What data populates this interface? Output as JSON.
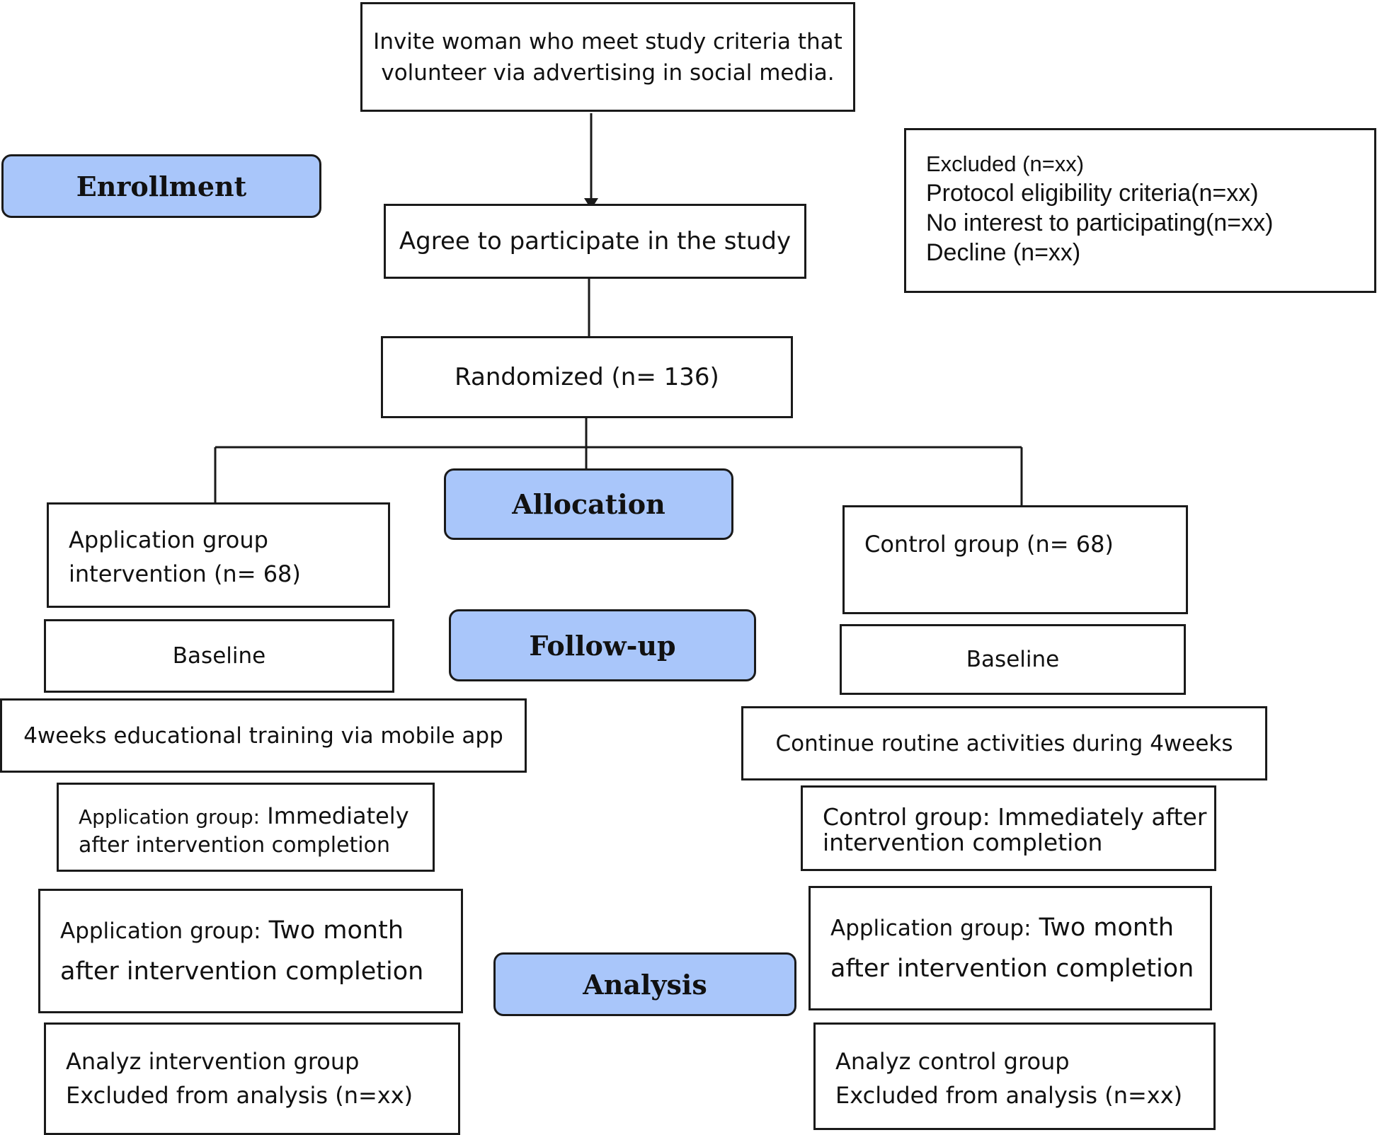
{
  "stages": {
    "enrollment": "Enrollment",
    "allocation": "Allocation",
    "followup": "Follow-up",
    "analysis": "Analysis"
  },
  "invite": {
    "line1": "Invite woman who meet study criteria that",
    "line2": "volunteer via advertising in social media."
  },
  "agree": "Agree to participate in the study",
  "excluded": {
    "title": "Excluded (n=xx)",
    "items": [
      "Protocol eligibility criteria(n=xx)",
      "No interest to participating(n=xx)",
      "Decline (n=xx)"
    ]
  },
  "randomized": "Randomized (n= 136)",
  "left": {
    "group": {
      "line1": "Application group",
      "line2": "intervention (n= 68)"
    },
    "baseline": "Baseline",
    "training": "4weeks educational training via mobile app",
    "immediate": {
      "prefix": "Application group:",
      "suffix": " Immediately",
      "line2": "after intervention completion"
    },
    "two_month": {
      "prefix": "Application group:",
      "suffix": " Two month",
      "line2": "after intervention completion"
    },
    "analysis": {
      "line1": "Analyz intervention group",
      "line2": "Excluded from analysis (n=xx)"
    }
  },
  "right": {
    "group": "Control group (n= 68)",
    "baseline": "Baseline",
    "routine": "Continue routine activities during 4weeks",
    "immediate": {
      "line1": "Control group: Immediately after",
      "line2": "intervention completion"
    },
    "two_month": {
      "prefix": "Application group:",
      "suffix": " Two month",
      "line2": "after intervention completion"
    },
    "analysis": {
      "line1": "Analyz control group",
      "line2": "Excluded from analysis (n=xx)"
    }
  }
}
